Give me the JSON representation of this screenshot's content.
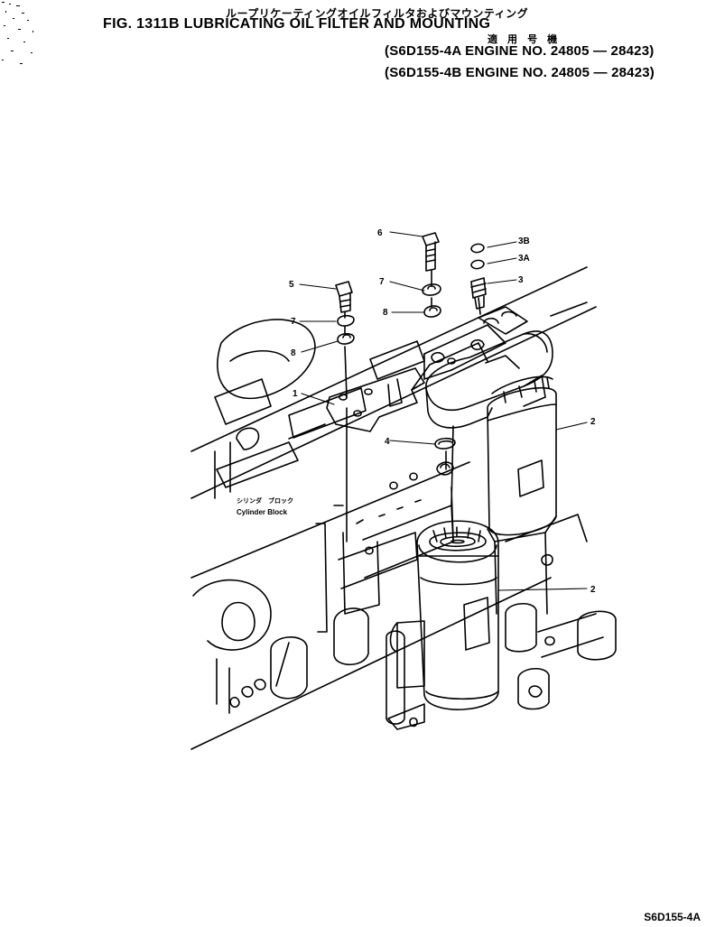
{
  "header": {
    "jp_title": "ループリケーティングオイルフィルタおよびマウンティング",
    "fig_title": "FIG. 1311B  LUBRICATING OIL FILTER AND MOUNTING",
    "applicability_jp": "適 用 号 機",
    "applicability": [
      "(S6D155-4A  ENGINE NO. 24805 — 28423)",
      "(S6D155-4B  ENGINE NO. 24805 — 28423)"
    ]
  },
  "diagram": {
    "callouts": [
      "6",
      "3B",
      "3A",
      "3",
      "5",
      "7",
      "7",
      "8",
      "8",
      "1",
      "2",
      "4",
      "2"
    ],
    "block_label_jp": "シリンダ　ブロック",
    "block_label": "Cylinder  Block"
  },
  "footer": {
    "code": "S6D155-4A"
  }
}
